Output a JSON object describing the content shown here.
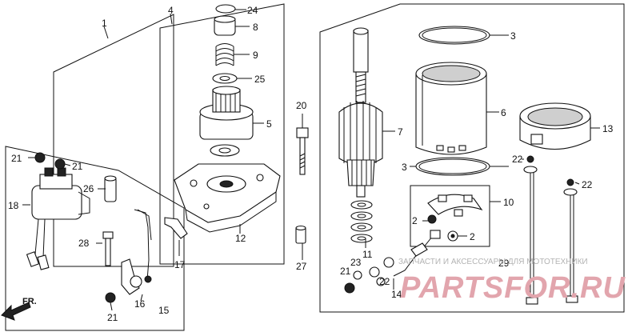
{
  "callouts": {
    "c1": "1",
    "c2a": "2",
    "c2b": "2",
    "c3a": "3",
    "c3b": "3",
    "c4": "4",
    "c5": "5",
    "c6": "6",
    "c7": "7",
    "c8": "8",
    "c9": "9",
    "c10": "10",
    "c11": "11",
    "c12": "12",
    "c13": "13",
    "c14": "14",
    "c15": "15",
    "c16": "16",
    "c17": "17",
    "c18": "18",
    "c20": "20",
    "c21a": "21",
    "c21b": "21",
    "c21c": "21",
    "c21d": "21",
    "c22a": "22",
    "c22b": "22",
    "c22c": "22",
    "c23": "23",
    "c24": "24",
    "c25": "25",
    "c26": "26",
    "c27": "27",
    "c28": "28",
    "c29": "29"
  },
  "direction_label": "FR.",
  "watermark": {
    "tagline": "ЗАПЧАСТИ И АКСЕССУАРЫ ДЛЯ МОТОТЕХНИКИ",
    "brand": "PARTSFOR.RU"
  }
}
